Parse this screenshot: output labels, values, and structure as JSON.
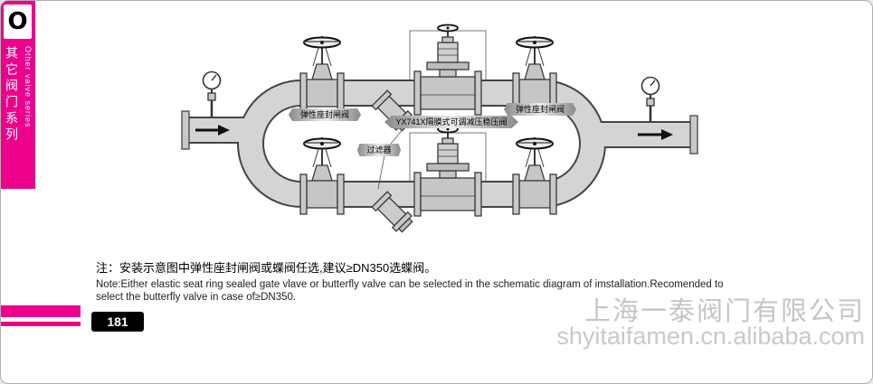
{
  "sidebar": {
    "letter": "O",
    "title_cn": "其它阀门系列",
    "title_en": "Other valve series"
  },
  "diagram": {
    "labels": {
      "gate_left": "弹性座封闸阀",
      "prv": "YX741X隔膜式可调减压稳压阀",
      "gate_right": "弹性座封闸阀",
      "strainer": "过滤器"
    }
  },
  "note": {
    "cn": "注：安装示意图中弹性座封闸阀或蝶阀任选,建议≥DN350选蝶阀。",
    "en_line1": "Note:Either elastic seat ring sealed gate vlave or butterfly valve can be selected in the schematic diagram of imstallation.Recomended to",
    "en_line2": "select the butterfly valve in case of≥DN350."
  },
  "footer": {
    "page_number": "181"
  },
  "watermark": {
    "company": "上海一泰阀门有限公司",
    "url": "shyitaifamen.cn.alibaba.com"
  }
}
